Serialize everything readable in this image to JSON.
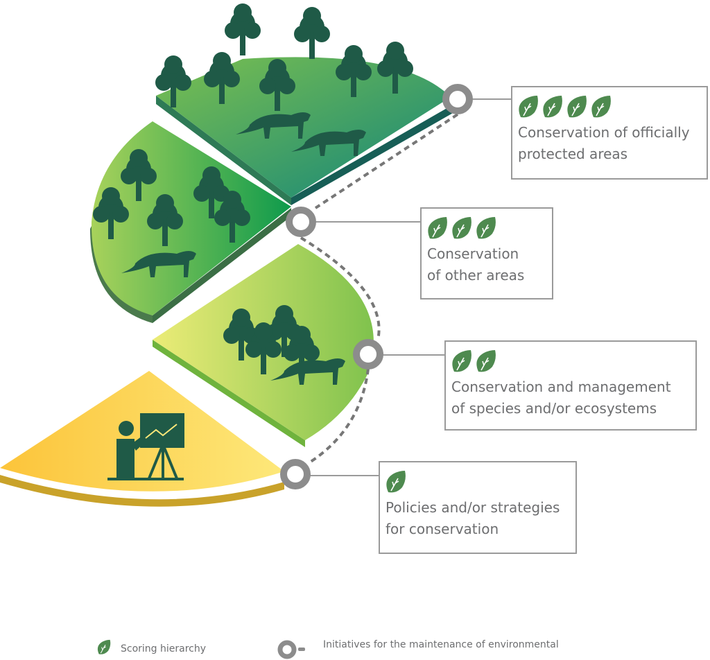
{
  "levels": [
    {
      "label": "Conservation of officially protected areas",
      "line1": "Conservation of officially",
      "line2": "protected areas",
      "score": 4
    },
    {
      "label": "Conservation of other areas",
      "line1": "Conservation",
      "line2": "of other areas",
      "score": 3
    },
    {
      "label": "Conservation and management of species and/or ecosystems",
      "line1": "Conservation and management",
      "line2": "of species and/or ecosystems",
      "score": 2
    },
    {
      "label": "Policies and/or strategies for conservation",
      "line1": "Policies and/or strategies",
      "line2": "for conservation",
      "score": 1
    }
  ],
  "legend": {
    "leaf_label": "Scoring hierarchy",
    "ring_label": "Initiatives for the maintenance of environmental"
  },
  "colors": {
    "leaf": "#4e8a4f",
    "ring": "#8c8c8c",
    "tree": "#1f5a47",
    "yellow": "#fdd24f"
  }
}
